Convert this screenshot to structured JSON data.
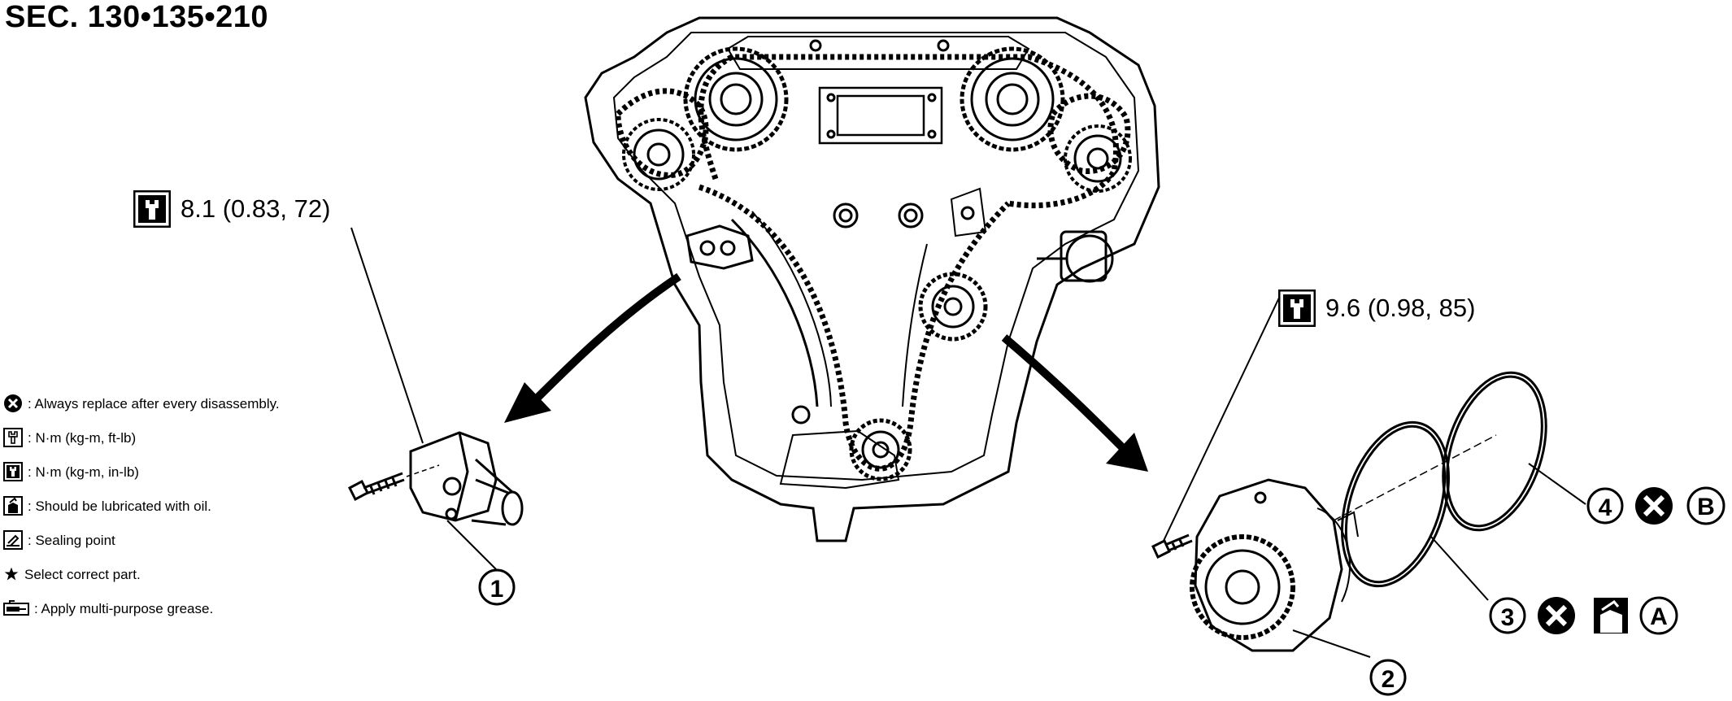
{
  "section_title": "SEC. 130•135•210",
  "torque_callouts": [
    {
      "value": "8.1 (0.83, 72)",
      "icon": "torque-wrench-inlb-icon"
    },
    {
      "value": "9.6 (0.98, 85)",
      "icon": "torque-wrench-inlb-icon"
    }
  ],
  "callout_numbers": [
    "1",
    "2",
    "3",
    "4"
  ],
  "callout_letters": [
    "A",
    "B"
  ],
  "legend": [
    {
      "icon": "always-replace-icon",
      "text": ": Always replace after every disassembly."
    },
    {
      "icon": "torque-wrench-ftlb-icon",
      "text": ": N·m (kg-m, ft-lb)"
    },
    {
      "icon": "torque-wrench-inlb-icon",
      "text": ": N·m (kg-m, in-lb)"
    },
    {
      "icon": "oil-can-icon",
      "text": ": Should be lubricated with oil."
    },
    {
      "icon": "sealing-point-icon",
      "text": ": Sealing point"
    },
    {
      "icon": "star-icon",
      "text": "Select correct part."
    },
    {
      "icon": "grease-gun-icon",
      "text": ": Apply multi-purpose grease."
    }
  ],
  "colors": {
    "ink": "#000000",
    "paper": "#ffffff"
  }
}
